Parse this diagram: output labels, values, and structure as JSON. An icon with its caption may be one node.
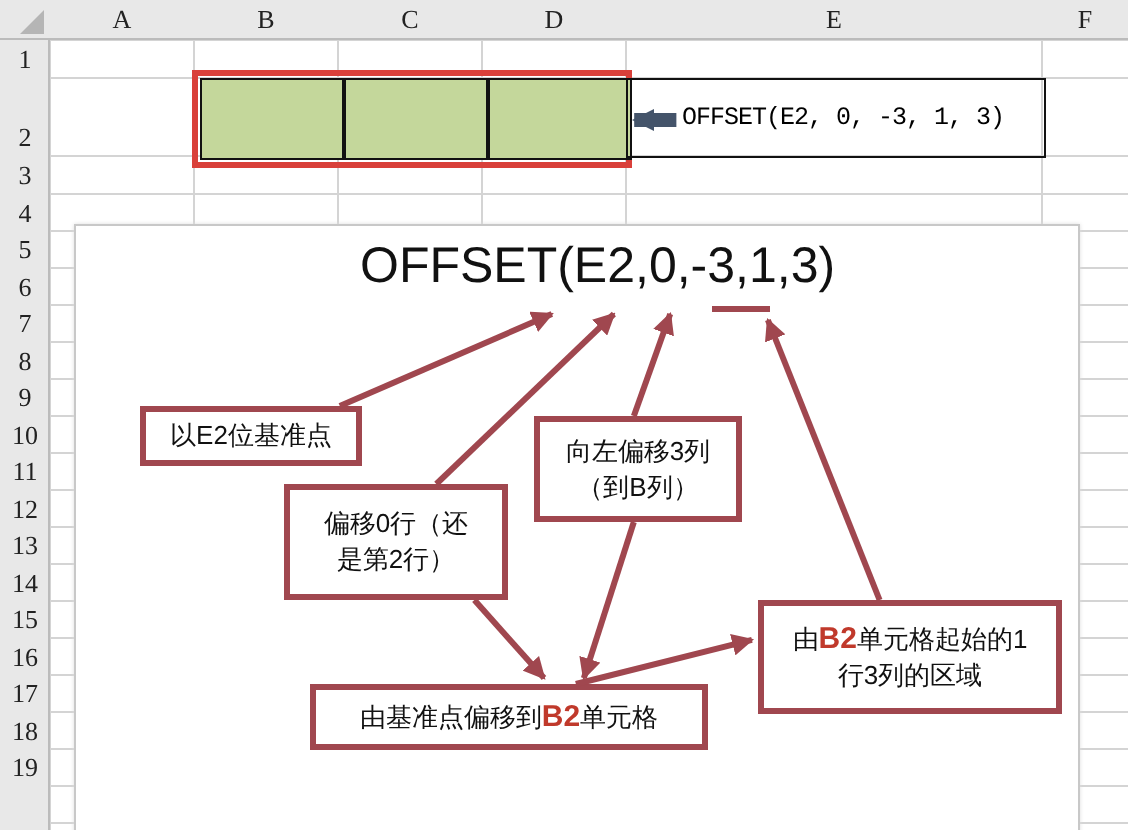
{
  "diagram": {
    "nodes": [
      {
        "text": [],
        "shape": "box"
      },
      {
        "text": [
          "OFFSET(E2, 0, -3, 1, 3)"
        ]
      },
      {
        "text": [
          "OFFSET(E2,0,-3,1,3)"
        ]
      },
      {
        "text": [
          "以E2位基准点"
        ]
      },
      {
        "text": [
          "偏移0行（还是第2行）"
        ]
      },
      {
        "text": [
          "向左偏移3列（到B列）"
        ]
      },
      {
        "text": [
          "由**B2**单元格起始的1行3列的区域"
        ]
      },
      {
        "text": [
          "由基准点偏移到**B2**单元格"
        ]
      }
    ],
    "edges": [
      {
        "from": 1,
        "to": 0,
        "arrow": "to",
        "style": "thick",
        "color": "#44546a"
      },
      {
        "from": 3,
        "to": 2,
        "arrow": "to"
      },
      {
        "from": 4,
        "to": 2,
        "arrow": "to"
      },
      {
        "from": 5,
        "to": 2,
        "arrow": "to"
      },
      {
        "from": 6,
        "to": 2,
        "arrow": "to"
      },
      {
        "from": 4,
        "to": 7,
        "arrow": "to"
      },
      {
        "from": 5,
        "to": 7,
        "arrow": "to"
      },
      {
        "from": 7,
        "to": 6,
        "arrow": "to"
      }
    ],
    "labels": [
      "A",
      "B",
      "C",
      "D",
      "E",
      "F",
      "1",
      "2",
      "3",
      "4",
      "5",
      "6",
      "7",
      "8",
      "9",
      "10",
      "11",
      "12",
      "13",
      "14",
      "15",
      "16",
      "17",
      "18",
      "19"
    ]
  }
}
